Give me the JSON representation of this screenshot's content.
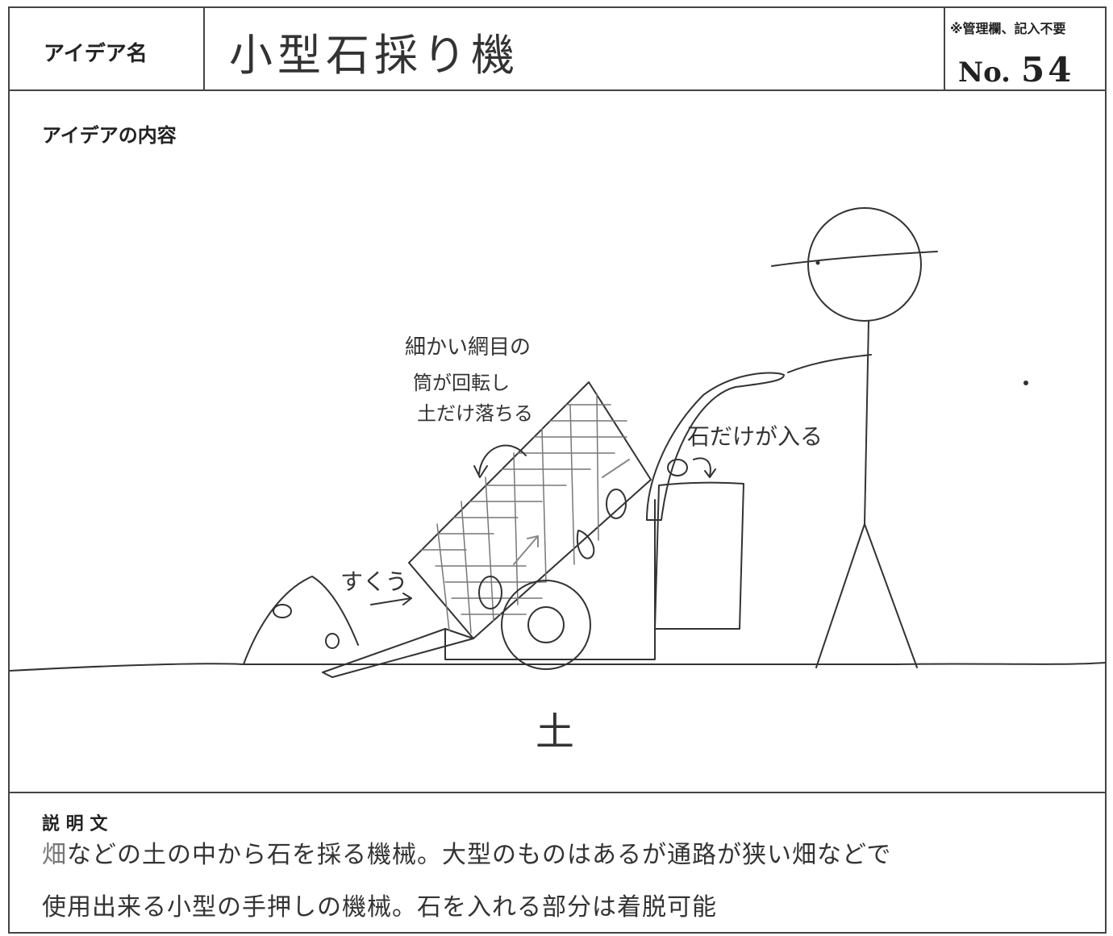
{
  "header": {
    "idea_name_label": "アイデア名",
    "idea_name_value": "小型石採り機",
    "admin_note": "※管理欄、記入不要",
    "number_prefix": "No.",
    "number_value": "54"
  },
  "content": {
    "section_label": "アイデアの内容",
    "annotations": {
      "mesh_line1": "細かい網目の",
      "mesh_line2": "筒が回転し",
      "mesh_line3": "土だけ落ちる",
      "stones_enter": "石だけが入る",
      "scoop": "すくう",
      "soil": "土"
    }
  },
  "description": {
    "label": "説 明 文",
    "line1_prefix": "畑",
    "line1_rest": "などの土の中から石を採る機械。大型のものはあるが通路が狭い畑などで",
    "line2": "使用出来る小型の手押しの機械。石を入れる部分は着脱可能"
  }
}
